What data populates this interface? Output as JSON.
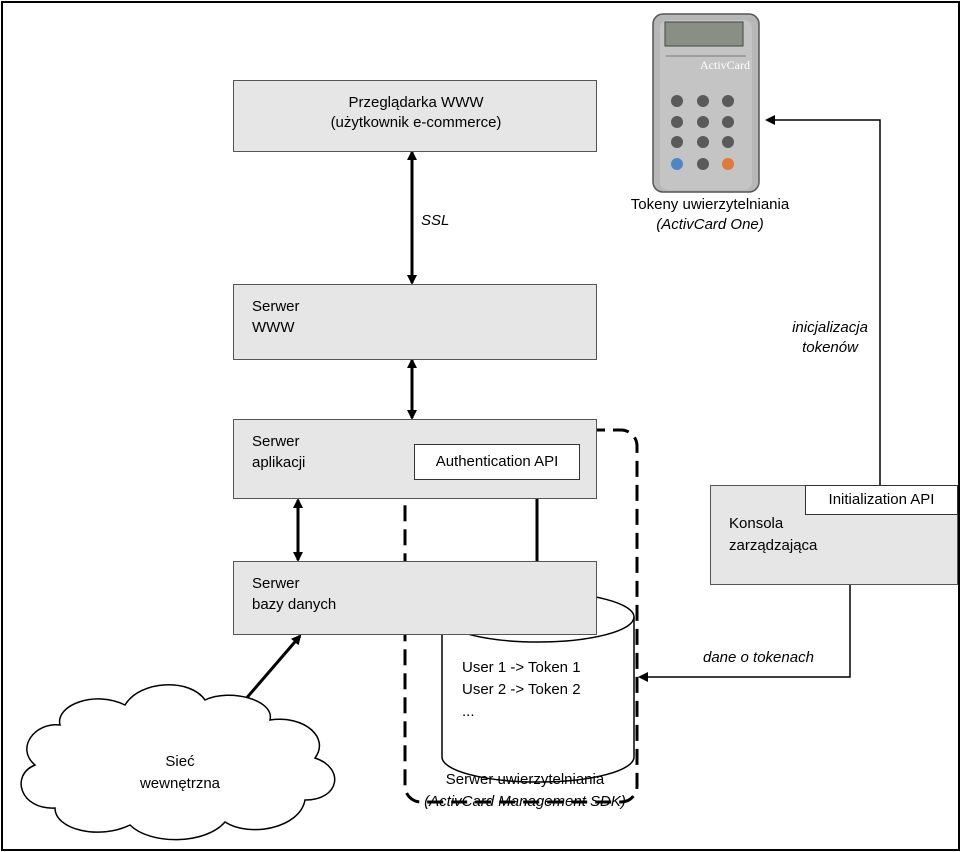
{
  "browser": {
    "line1": "Przeglądarka WWW",
    "line2": "(użytkownik e-commerce)"
  },
  "ssl_label": "SSL",
  "web_server": {
    "line1": "Serwer",
    "line2": "WWW"
  },
  "app_server": {
    "line1": "Serwer",
    "line2": "aplikacji"
  },
  "auth_api": "Authentication API",
  "db_server": {
    "line1": "Serwer",
    "line2": "bazy danych"
  },
  "database": {
    "row1": "User 1 -> Token 1",
    "row2": "User 2 -> Token 2",
    "row3": "..."
  },
  "auth_server": {
    "line1": "Serwer uwierzytelniania",
    "line2": "(ActivCard Management SDK)"
  },
  "network": {
    "line1": "Sieć",
    "line2": "wewnętrzna"
  },
  "token": {
    "line1": "Tokeny uwierzytelniania",
    "line2": "(ActivCard One)",
    "brand": "ActivCard"
  },
  "token_init": {
    "line1": "inicjalizacja",
    "line2": "tokenów"
  },
  "console": {
    "api": "Initialization API",
    "line1": "Konsola",
    "line2": "zarządzająca"
  },
  "token_data": "dane o tokenach",
  "colors": {
    "box_fill": "#e6e6e6",
    "border": "#555555",
    "device_body": "#b7b7b7",
    "device_screen": "#8a8f86",
    "key_orange": "#e07a3c",
    "key_blue": "#4f86c6"
  }
}
